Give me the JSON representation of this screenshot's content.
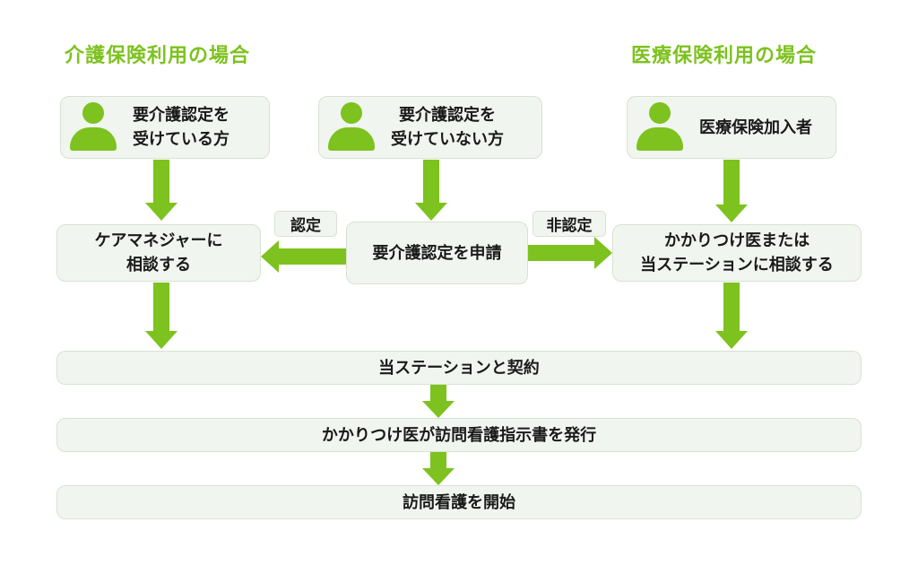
{
  "headings": {
    "care_insurance": "介護保険利用の場合",
    "medical_insurance": "医療保険利用の場合"
  },
  "colors": {
    "accent": "#7dc21e",
    "box_bg": "#f1f5ef",
    "box_border": "#d6e3cf"
  },
  "top_boxes": [
    {
      "icon": "person-icon",
      "line1": "要介護認定を",
      "line2": "受けている方"
    },
    {
      "icon": "person-icon",
      "line1": "要介護認定を",
      "line2": "受けていない方"
    },
    {
      "icon": "person-icon",
      "line1": "医療保険加入者"
    }
  ],
  "middle": {
    "care_manager": {
      "line1": "ケアマネジャーに",
      "line2": "相談する"
    },
    "apply": "要介護認定を申請",
    "doctor": {
      "line1": "かかりつけ医または",
      "line2": "当ステーションに相談する"
    },
    "label_certified": "認定",
    "label_not_certified": "非認定"
  },
  "steps": [
    "当ステーションと契約",
    "かかりつけ医が訪問看護指示書を発行",
    "訪問看護を開始"
  ]
}
